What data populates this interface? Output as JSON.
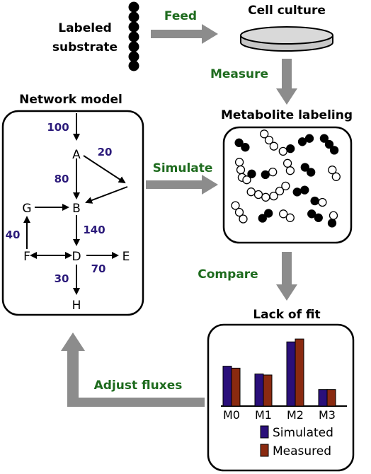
{
  "labels": {
    "labeled_substrate_line1": "Labeled",
    "labeled_substrate_line2": "substrate",
    "feed": "Feed",
    "cell_culture": "Cell culture",
    "measure": "Measure",
    "network_model": "Network model",
    "metabolite_labeling": "Metabolite labeling",
    "simulate": "Simulate",
    "compare": "Compare",
    "lack_of_fit": "Lack of fit",
    "adjust_fluxes": "Adjust fluxes"
  },
  "network": {
    "nodes": [
      "A",
      "B",
      "G",
      "F",
      "D",
      "E",
      "H"
    ],
    "fluxes": {
      "input_to_A": "100",
      "A_to_out": "20",
      "A_to_B": "80",
      "B_to_D": "140",
      "F_to_G": "40",
      "D_to_E": "70",
      "D_to_H": "30"
    }
  },
  "colors": {
    "arrow_gray": "#8c8c8c",
    "step_text": "#1e6b1e",
    "flux_text": "#2b1a7a",
    "simulated": "#2a0f7a",
    "measured": "#8a2a10"
  },
  "chart_data": {
    "type": "bar",
    "title": "Lack of fit",
    "categories": [
      "M0",
      "M1",
      "M2",
      "M3"
    ],
    "series": [
      {
        "name": "Simulated",
        "values": [
          0.41,
          0.33,
          0.66,
          0.17
        ]
      },
      {
        "name": "Measured",
        "values": [
          0.39,
          0.32,
          0.69,
          0.17
        ]
      }
    ],
    "ylim": [
      0,
      0.8
    ],
    "grid": false,
    "legend": "bottom-right"
  }
}
